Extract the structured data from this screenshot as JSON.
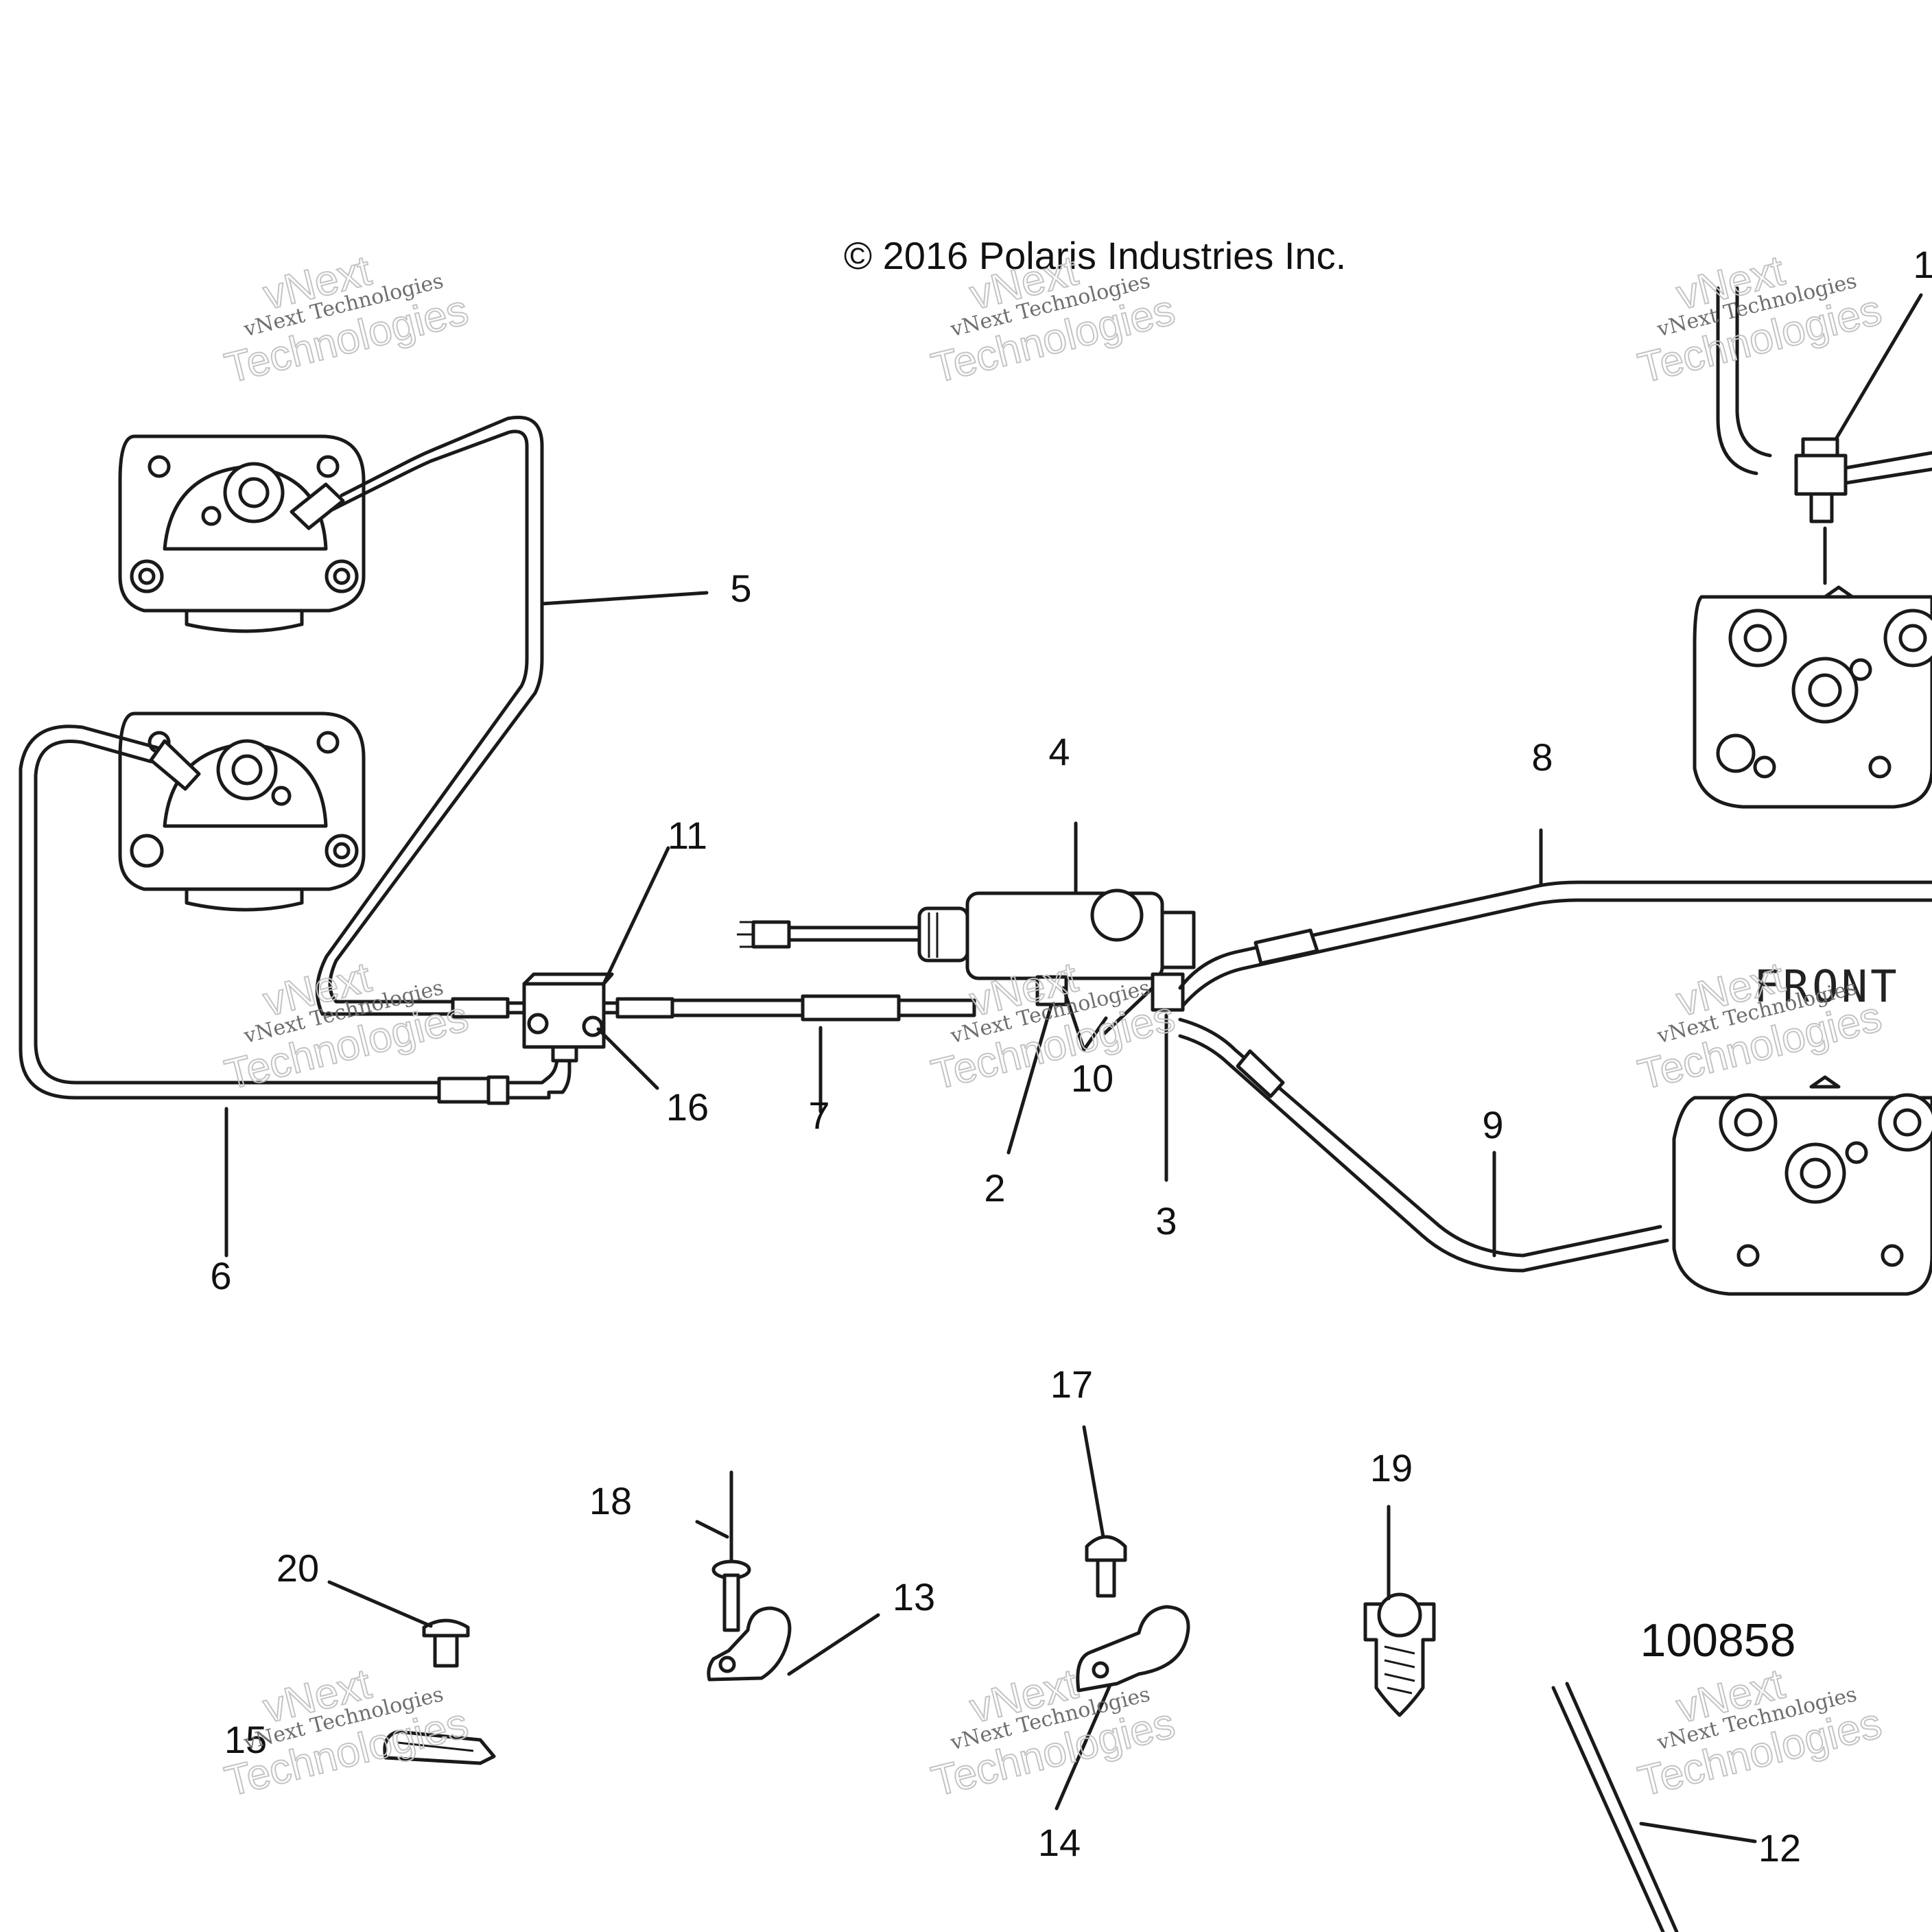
{
  "copyright": "© 2016 Polaris Industries Inc.",
  "direction_label": "FRONT",
  "figure_number": "100858",
  "watermark": {
    "line1": "vNext Technologies",
    "line2": "vNext",
    "line3": "Technologies"
  },
  "callouts": {
    "c1": "1",
    "c2": "2",
    "c3": "3",
    "c4": "4",
    "c5": "5",
    "c6": "6",
    "c7": "7",
    "c8": "8",
    "c9": "9",
    "c10": "10",
    "c11": "11",
    "c12": "12",
    "c13": "13",
    "c14": "14",
    "c15": "15",
    "c16": "16",
    "c17": "17",
    "c18": "18",
    "c19": "19",
    "c20": "20"
  }
}
